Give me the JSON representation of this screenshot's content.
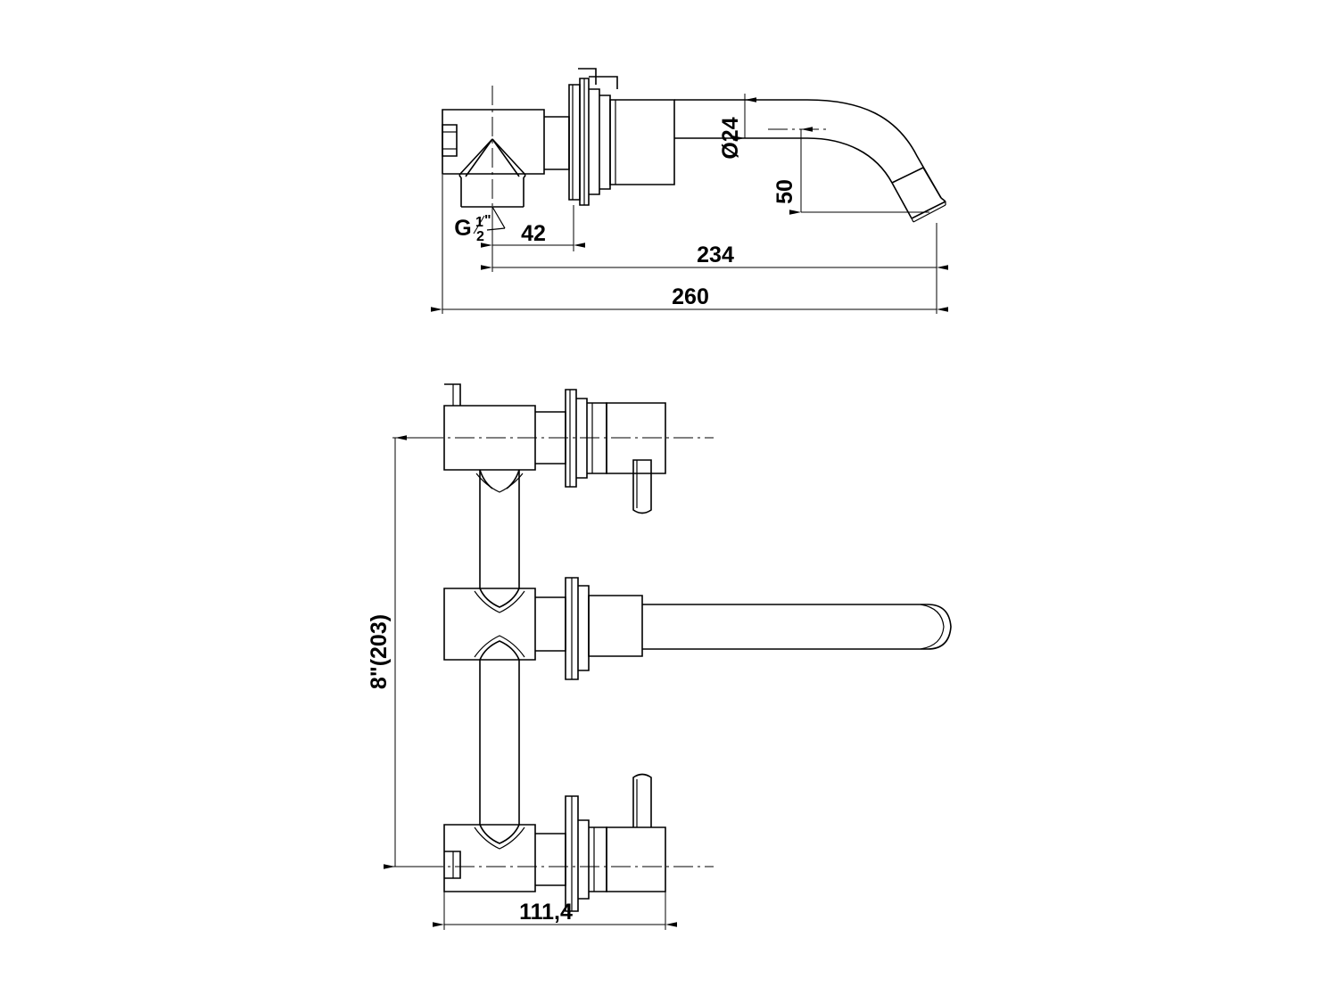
{
  "document": {
    "type": "technical-drawing",
    "subject": "Wall-mounted basin mixer / faucet — 3-hole wall set",
    "background_color": "#ffffff",
    "line_color": "#000000",
    "views": [
      {
        "id": "top-view",
        "name": "side-section-view",
        "description": "Side sectional view of the spout and valve body showing projection dimensions"
      },
      {
        "id": "front-view",
        "name": "front-elevation-view",
        "description": "Front elevation showing two cross handles, center spout, and mounting spacing"
      }
    ]
  },
  "dimensions": {
    "thread_label": "G½\"",
    "thread_label_main": "G",
    "thread_numerator": "1",
    "thread_denominator": "2",
    "thread_inch_mark": "\"",
    "valve_projection": "42",
    "spout_reach": "234",
    "overall_length": "260",
    "spout_diameter": "Ø24",
    "spout_drop": "50",
    "handle_spacing": "8\"(203)",
    "escutcheon_width": "111,4"
  },
  "labels": {
    "d24": "Ø24",
    "fifty": "50",
    "fortytwo": "42",
    "twothirtyfour": "234",
    "twosixty": "260",
    "eightinch": "8\"(203)",
    "oneeleven": "111,4"
  },
  "colors": {
    "stroke": "#000000",
    "background": "#ffffff",
    "dimension": "#000000"
  }
}
